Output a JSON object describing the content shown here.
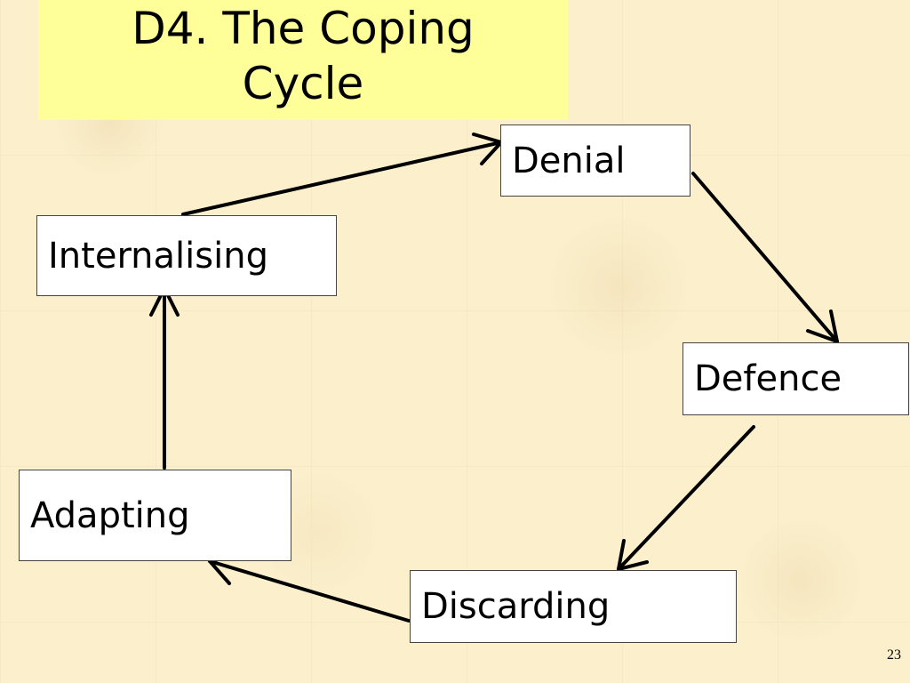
{
  "title": "D4. The Coping Cycle",
  "nodes": {
    "denial": "Denial",
    "defence": "Defence",
    "discarding": "Discarding",
    "adapting": "Adapting",
    "internalising": "Internalising"
  },
  "page_number": "23"
}
